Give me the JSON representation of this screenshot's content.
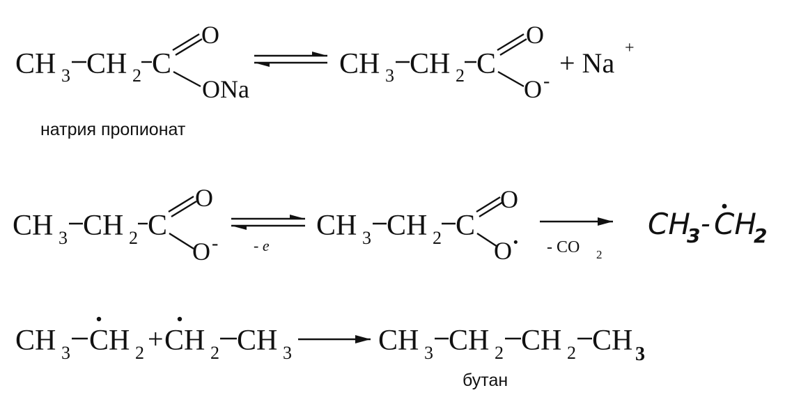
{
  "row1": {
    "reactant": {
      "c1": "CH",
      "c1_sub": "3",
      "c2": "CH",
      "c2_sub": "2",
      "c3": "C",
      "o_top": "O",
      "o_bottom": "ONa"
    },
    "reactant_name": "натрия пропионат",
    "product": {
      "c1": "CH",
      "c1_sub": "3",
      "c2": "CH",
      "c2_sub": "2",
      "c3": "C",
      "o_top": "O",
      "o_bottom": "O",
      "o_bottom_charge": "-"
    },
    "plus_ion": "+ Na",
    "plus_ion_charge": "+"
  },
  "row2": {
    "reactant": {
      "c1": "CH",
      "c1_sub": "3",
      "c2": "CH",
      "c2_sub": "2",
      "c3": "C",
      "o_top": "O",
      "o_bottom": "O",
      "o_bottom_charge": "-"
    },
    "equilibrium_label": "- e",
    "product": {
      "c1": "CH",
      "c1_sub": "3",
      "c2": "CH",
      "c2_sub": "2",
      "c3": "C",
      "o_top": "O",
      "o_bottom": "O",
      "o_bottom_radical": "·"
    },
    "arrow_label": "- CO",
    "arrow_label_sub": "2",
    "radical": {
      "left": "CH",
      "left_sub": "3",
      "dash": "-",
      "right": "CH",
      "right_sub": "2"
    }
  },
  "row3": {
    "radical1": {
      "c1": "CH",
      "c1_sub": "3",
      "c2": "CH",
      "c2_sub": "2"
    },
    "plus": "+",
    "radical2": {
      "c1": "CH",
      "c1_sub": "2",
      "c2": "CH",
      "c2_sub": "3"
    },
    "product": {
      "c1": "CH",
      "c1_sub": "3",
      "c2": "CH",
      "c2_sub": "2",
      "c3": "CH",
      "c3_sub": "2",
      "c4": "CH",
      "c4_sub": "3"
    },
    "product_name": "бутан"
  }
}
